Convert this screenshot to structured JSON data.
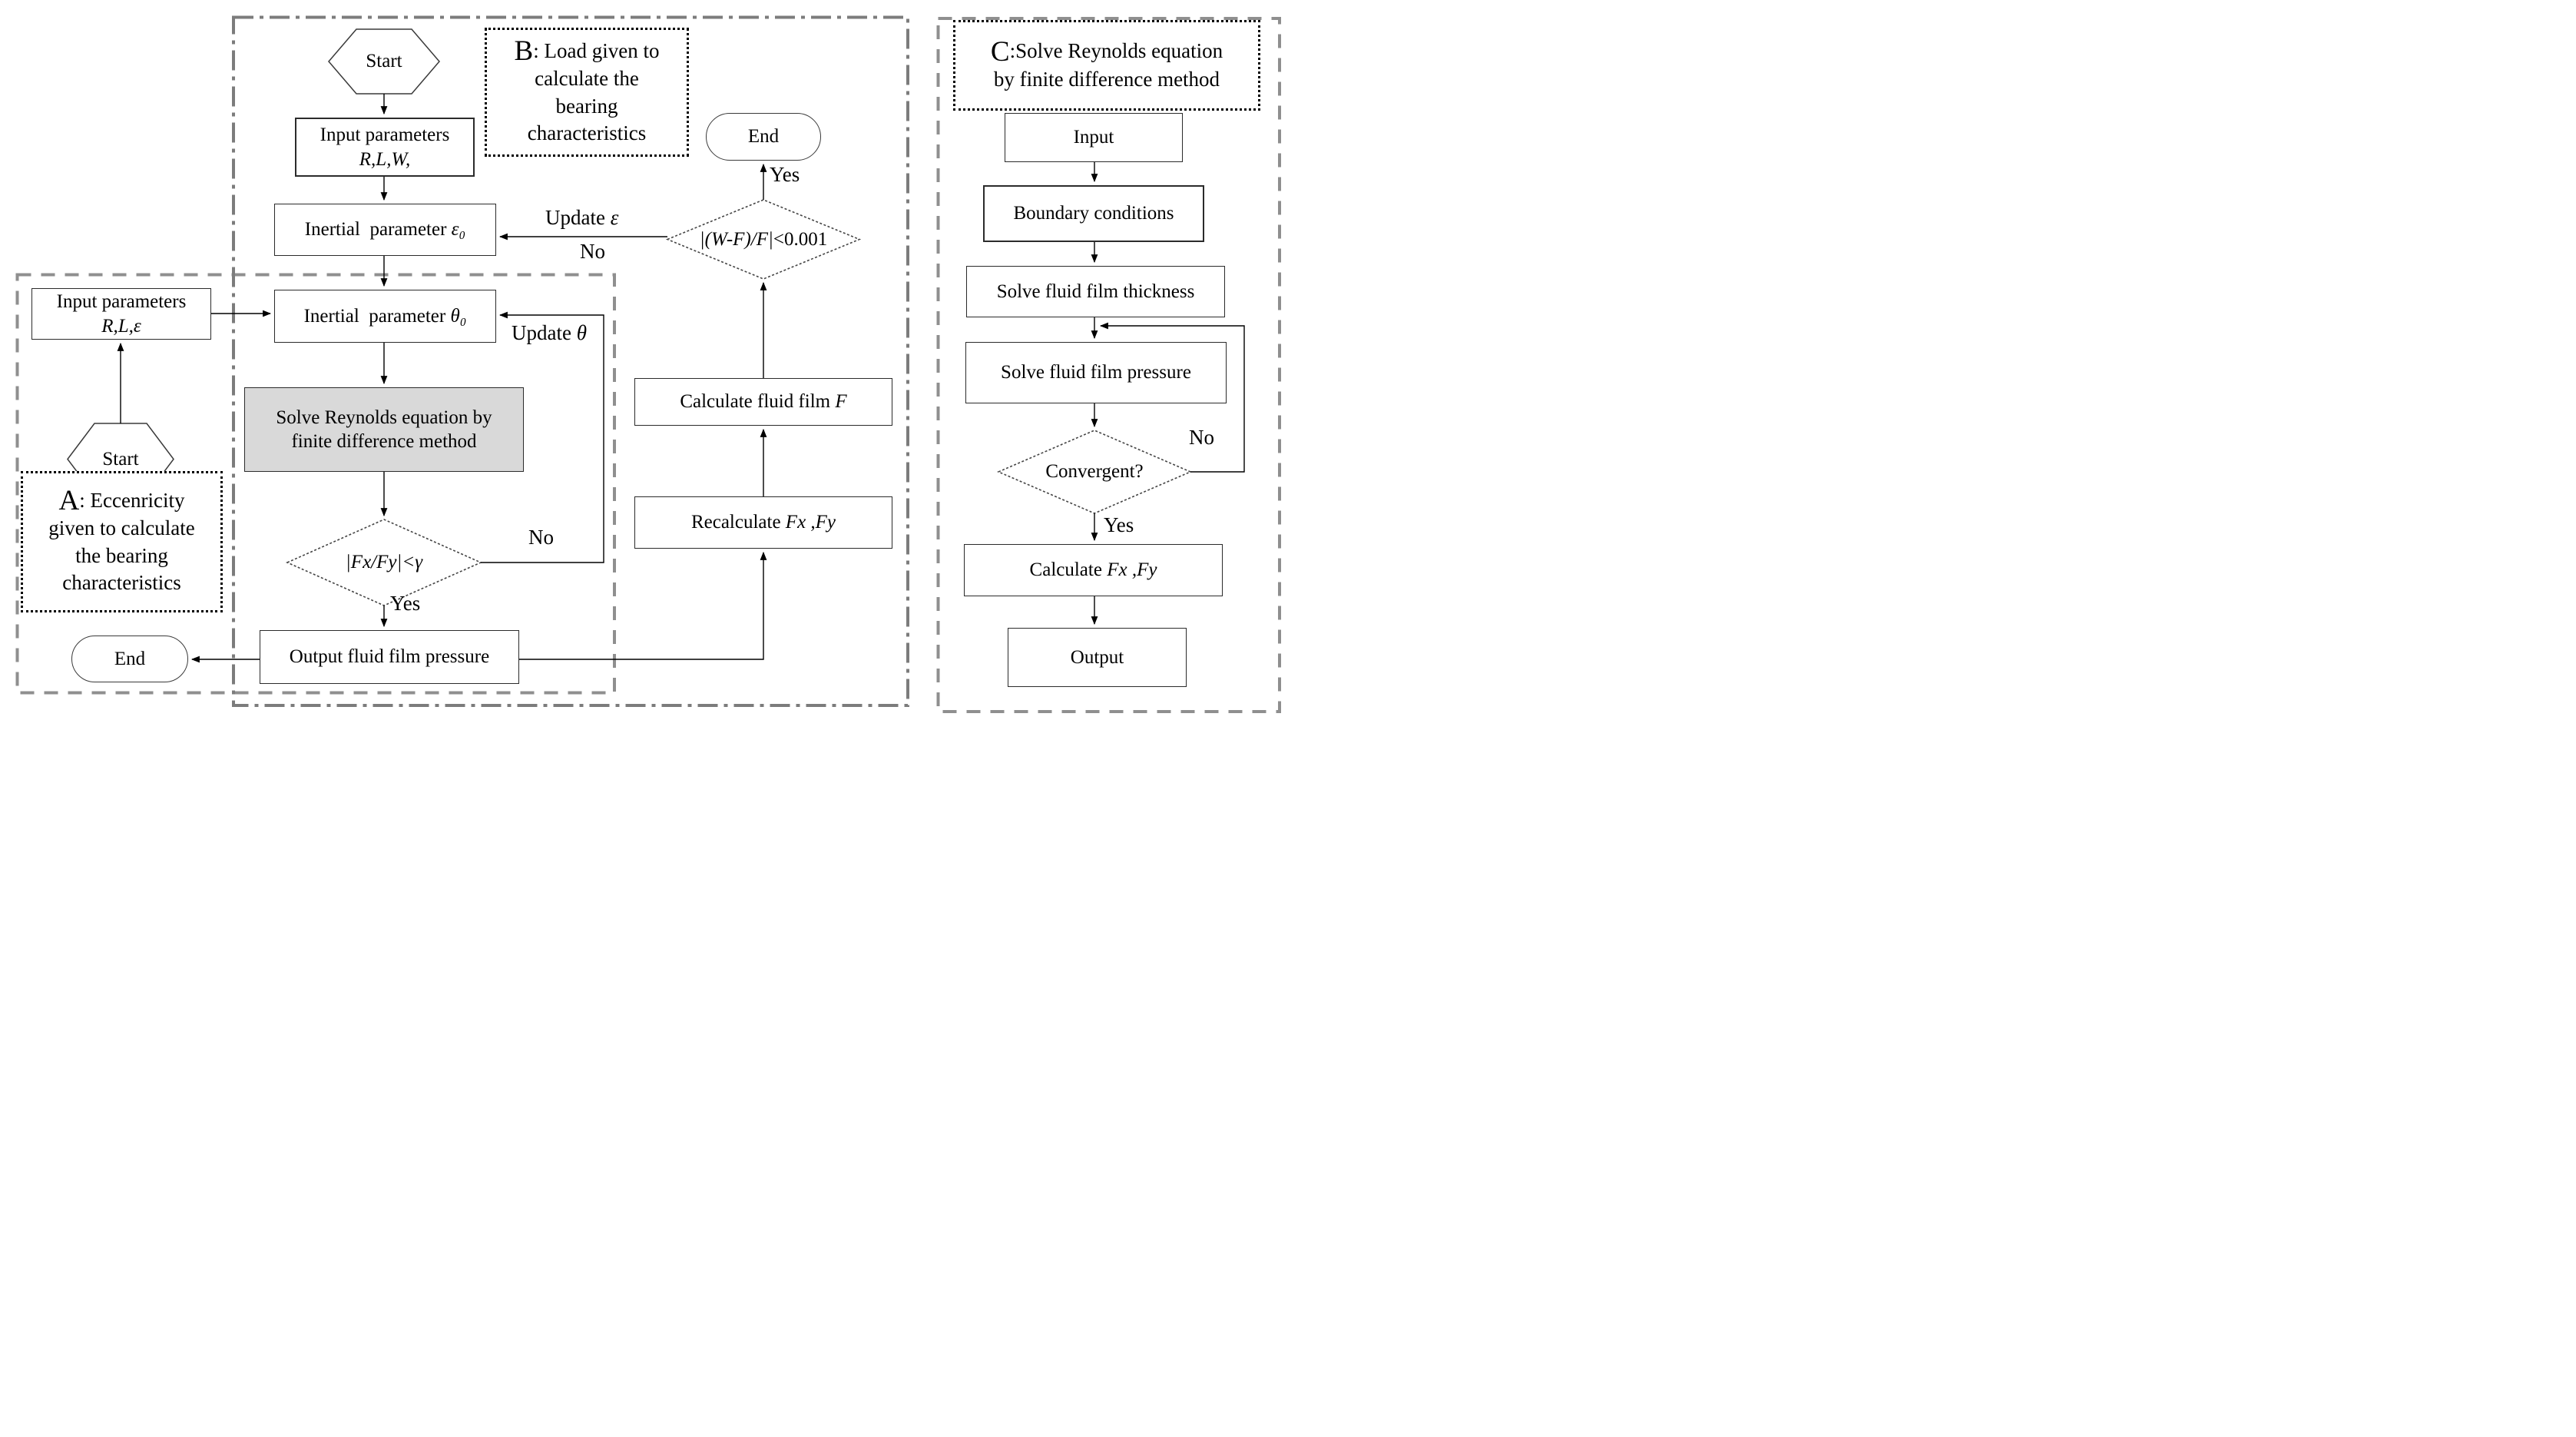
{
  "colors": {
    "background": "#ffffff",
    "gray_fill": "#d9d9d9",
    "section_border_gray": "#8f8f8f",
    "section_b_border_gray": "#7c7c7c",
    "note_border": "#000000"
  },
  "sections": {
    "a": {
      "letter": "A",
      "line1rest": " : Eccenricity",
      "lines": [
        "given to calculate",
        "the bearing",
        "characteristics"
      ]
    },
    "b": {
      "letter": "B",
      "line1rest": " : Load given to",
      "lines": [
        "calculate the",
        "bearing",
        "characteristics"
      ]
    },
    "c": {
      "letter": "C",
      "line1rest": " :Solve Reynolds equation",
      "line2": "by finite difference method"
    }
  },
  "nodes": {
    "b_start": "Start",
    "b_input_line1": "Input parameters",
    "b_input_line2": "R,L,W,",
    "eps_prefix": "Inertial  parameter ",
    "eps_var": "ε₀",
    "theta_prefix": "Inertial  parameter ",
    "theta_var": "θ₀",
    "reynolds": "Solve Reynolds equation by finite difference method",
    "fxfy": "|Fx/Fy|<γ",
    "output_pressure": "Output fluid film pressure",
    "calc_f_prefix": "Calculate fluid film ",
    "calc_f_var": "F",
    "recalc_prefix": "Recalculate ",
    "recalc_var": "Fx ,Fy",
    "wf_var": "|(W-F)/F|",
    "wf_rest": "<0.001",
    "b_end": "End",
    "a_input_line1": "Input parameters",
    "a_input_line2": "R,L,ε",
    "a_start": "Start",
    "a_end": "End",
    "c_input": "Input",
    "c_boundary": "Boundary conditions",
    "c_thickness": "Solve fluid film thickness",
    "c_pressure": "Solve fluid film pressure",
    "c_convergent": "Convergent?",
    "c_calc_prefix": "Calculate ",
    "c_calc_var": "Fx ,Fy",
    "c_output": "Output"
  },
  "labels": {
    "update_eps_prefix": "Update ",
    "update_eps_var": "ε",
    "no_wf": "No",
    "yes_wf": "Yes",
    "update_theta_prefix": "Update ",
    "update_theta_var": "θ",
    "no_fxfy": "No",
    "yes_fxfy": "Yes",
    "c_no": "No",
    "c_yes": "Yes"
  }
}
